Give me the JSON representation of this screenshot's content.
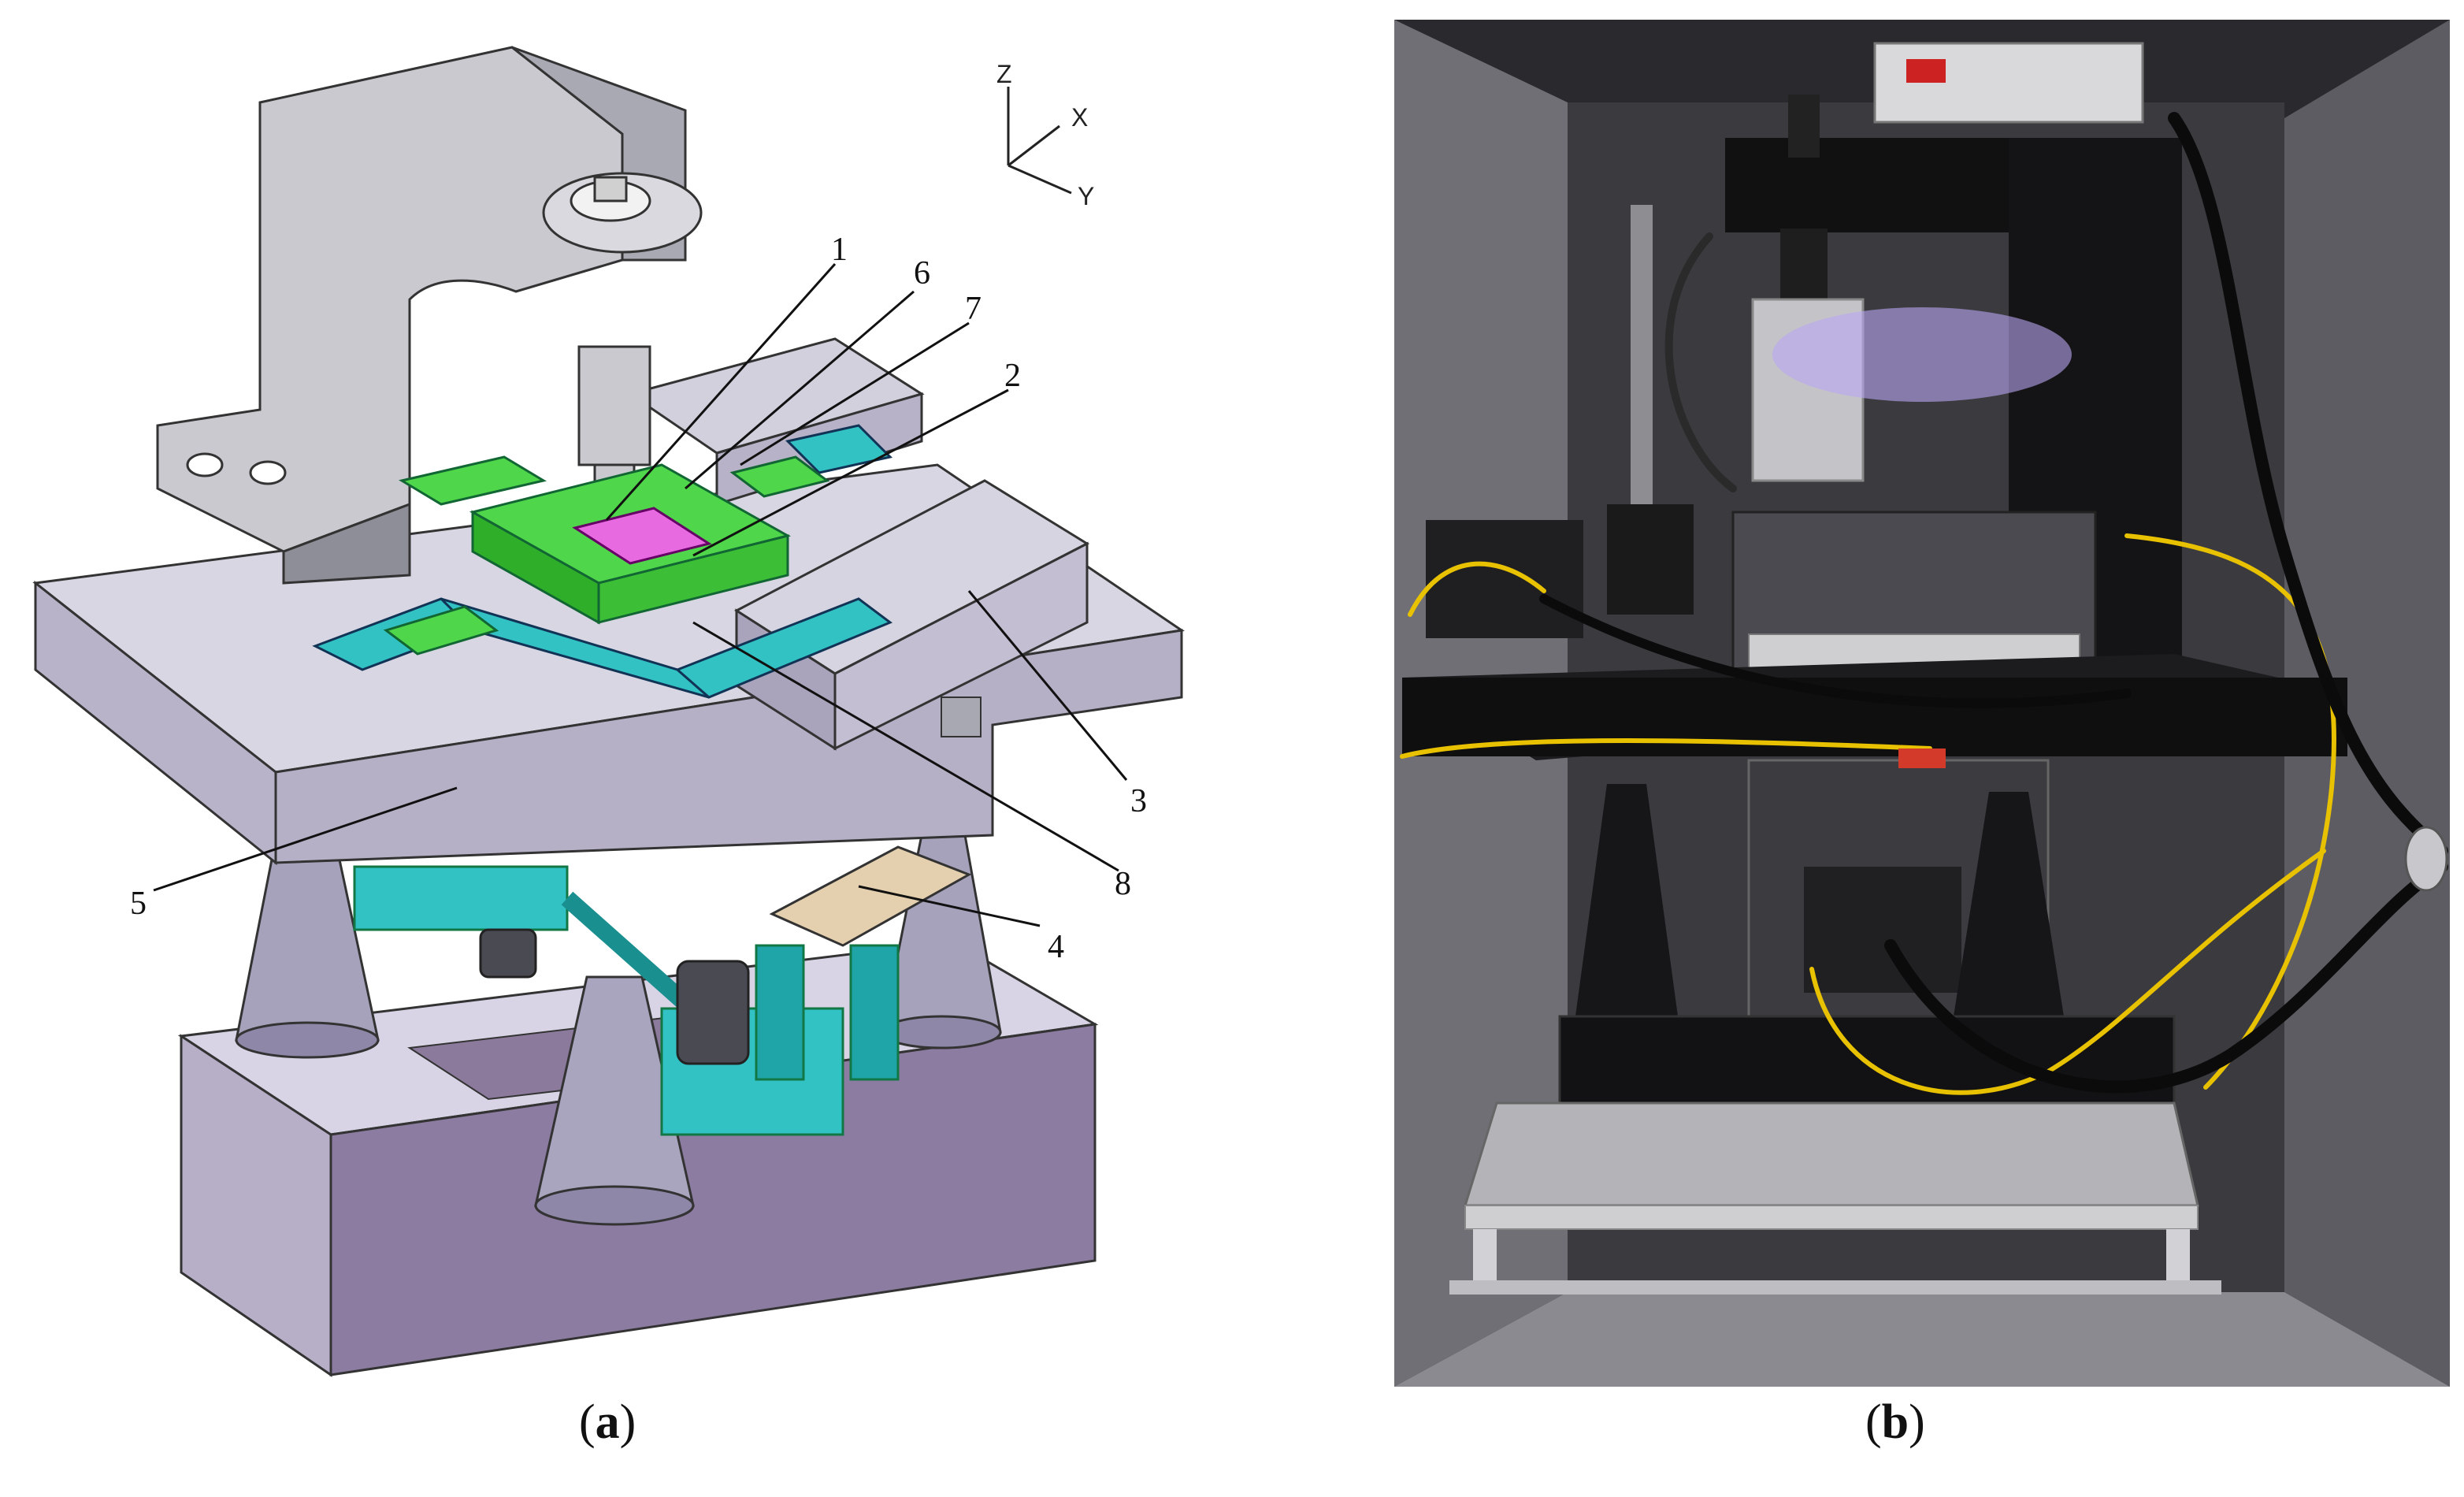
{
  "figure": {
    "panel_a": {
      "axes": {
        "z": "Z",
        "x": "X",
        "y": "Y"
      },
      "callouts": [
        "1",
        "2",
        "3",
        "4",
        "5",
        "6",
        "7",
        "8"
      ],
      "caption": {
        "open": "(",
        "letter": "a",
        "close": ")"
      }
    },
    "panel_b": {
      "caption": {
        "open": "(",
        "letter": "b",
        "close": ")"
      }
    }
  },
  "colors": {
    "frame_gray": "#c9c9cf",
    "base_lavender": "#d8d4e6",
    "base_purple": "#8b7a9c",
    "stage_green": "#4fd64a",
    "frame_cyan": "#33c2c4",
    "sample_magenta": "#e86ae0",
    "photo_dark": "#1b1b1d"
  }
}
